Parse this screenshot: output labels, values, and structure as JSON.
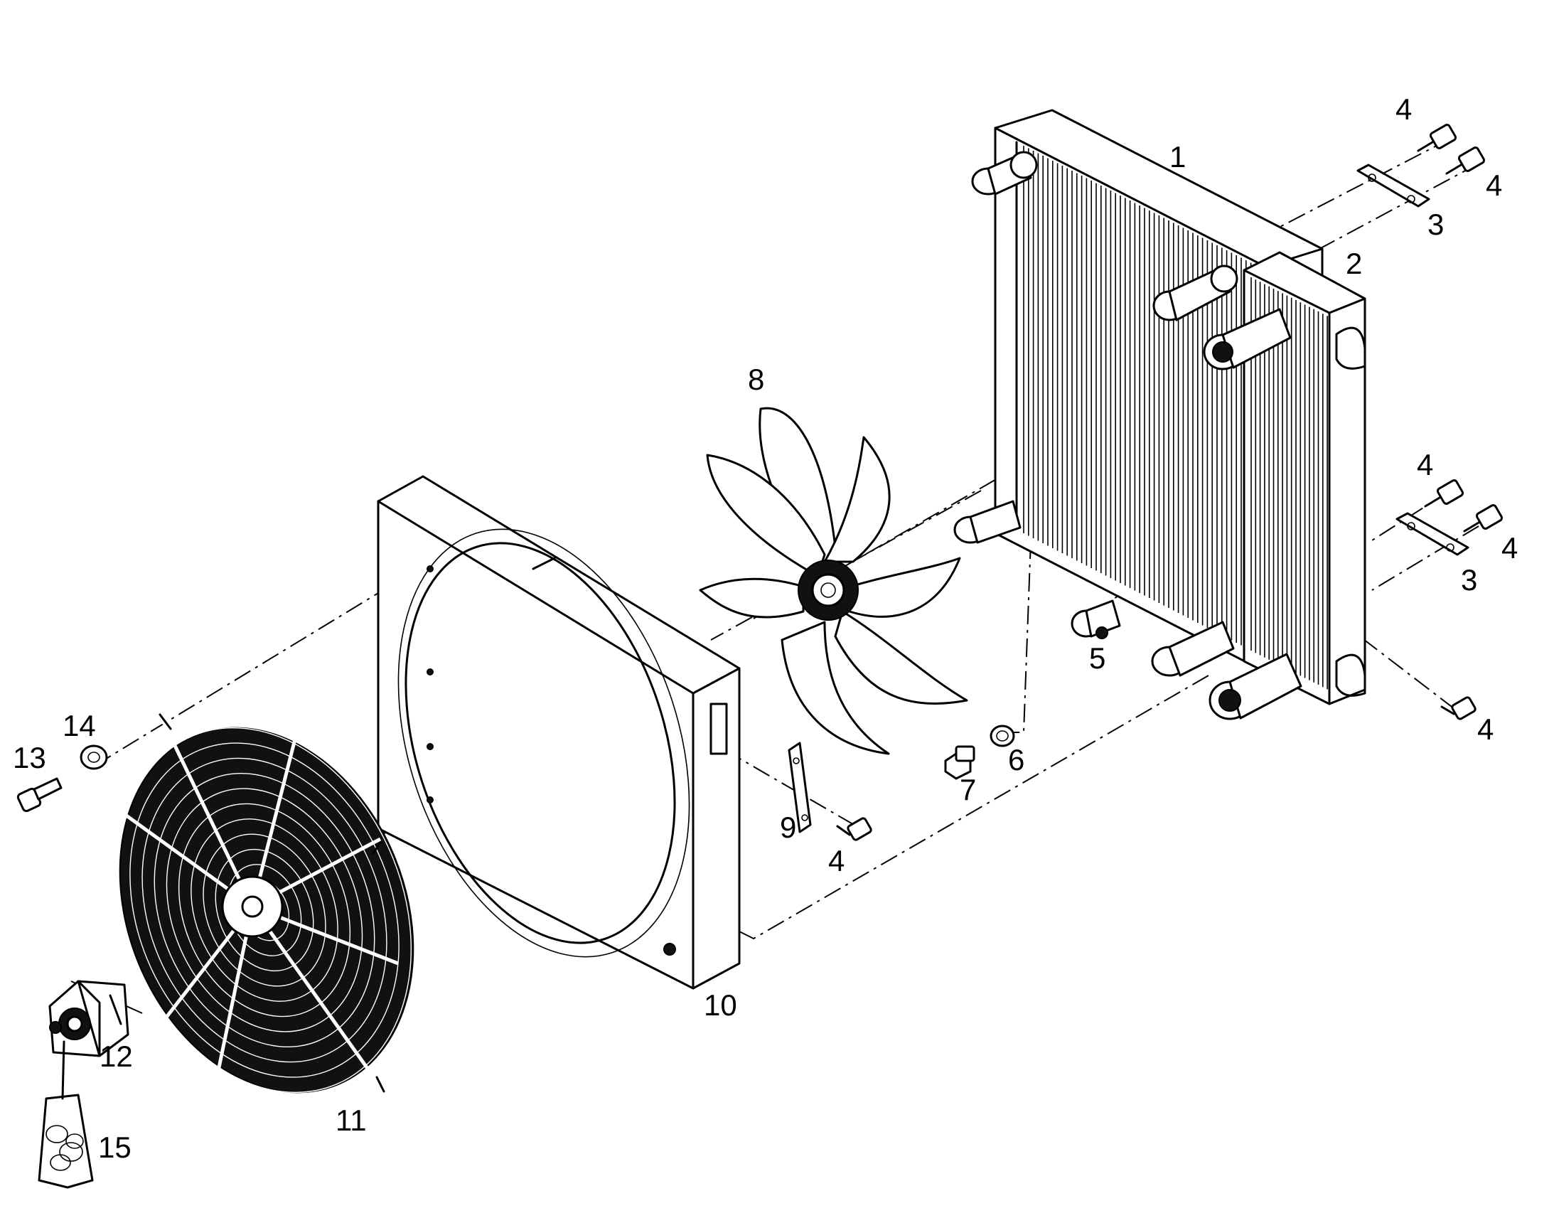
{
  "callouts": [
    {
      "id": "c1",
      "text": "1"
    },
    {
      "id": "c2",
      "text": "2"
    },
    {
      "id": "c3a",
      "text": "3"
    },
    {
      "id": "c3b",
      "text": "3"
    },
    {
      "id": "c4a",
      "text": "4"
    },
    {
      "id": "c4b",
      "text": "4"
    },
    {
      "id": "c4c",
      "text": "4"
    },
    {
      "id": "c4d",
      "text": "4"
    },
    {
      "id": "c4e",
      "text": "4"
    },
    {
      "id": "c4f",
      "text": "4"
    },
    {
      "id": "c5",
      "text": "5"
    },
    {
      "id": "c6",
      "text": "6"
    },
    {
      "id": "c7",
      "text": "7"
    },
    {
      "id": "c8",
      "text": "8"
    },
    {
      "id": "c9",
      "text": "9"
    },
    {
      "id": "c10",
      "text": "10"
    },
    {
      "id": "c11",
      "text": "11"
    },
    {
      "id": "c12",
      "text": "12"
    },
    {
      "id": "c13",
      "text": "13"
    },
    {
      "id": "c14",
      "text": "14"
    },
    {
      "id": "c15",
      "text": "15"
    }
  ],
  "colors": {
    "line": "#000000",
    "background": "#ffffff"
  }
}
